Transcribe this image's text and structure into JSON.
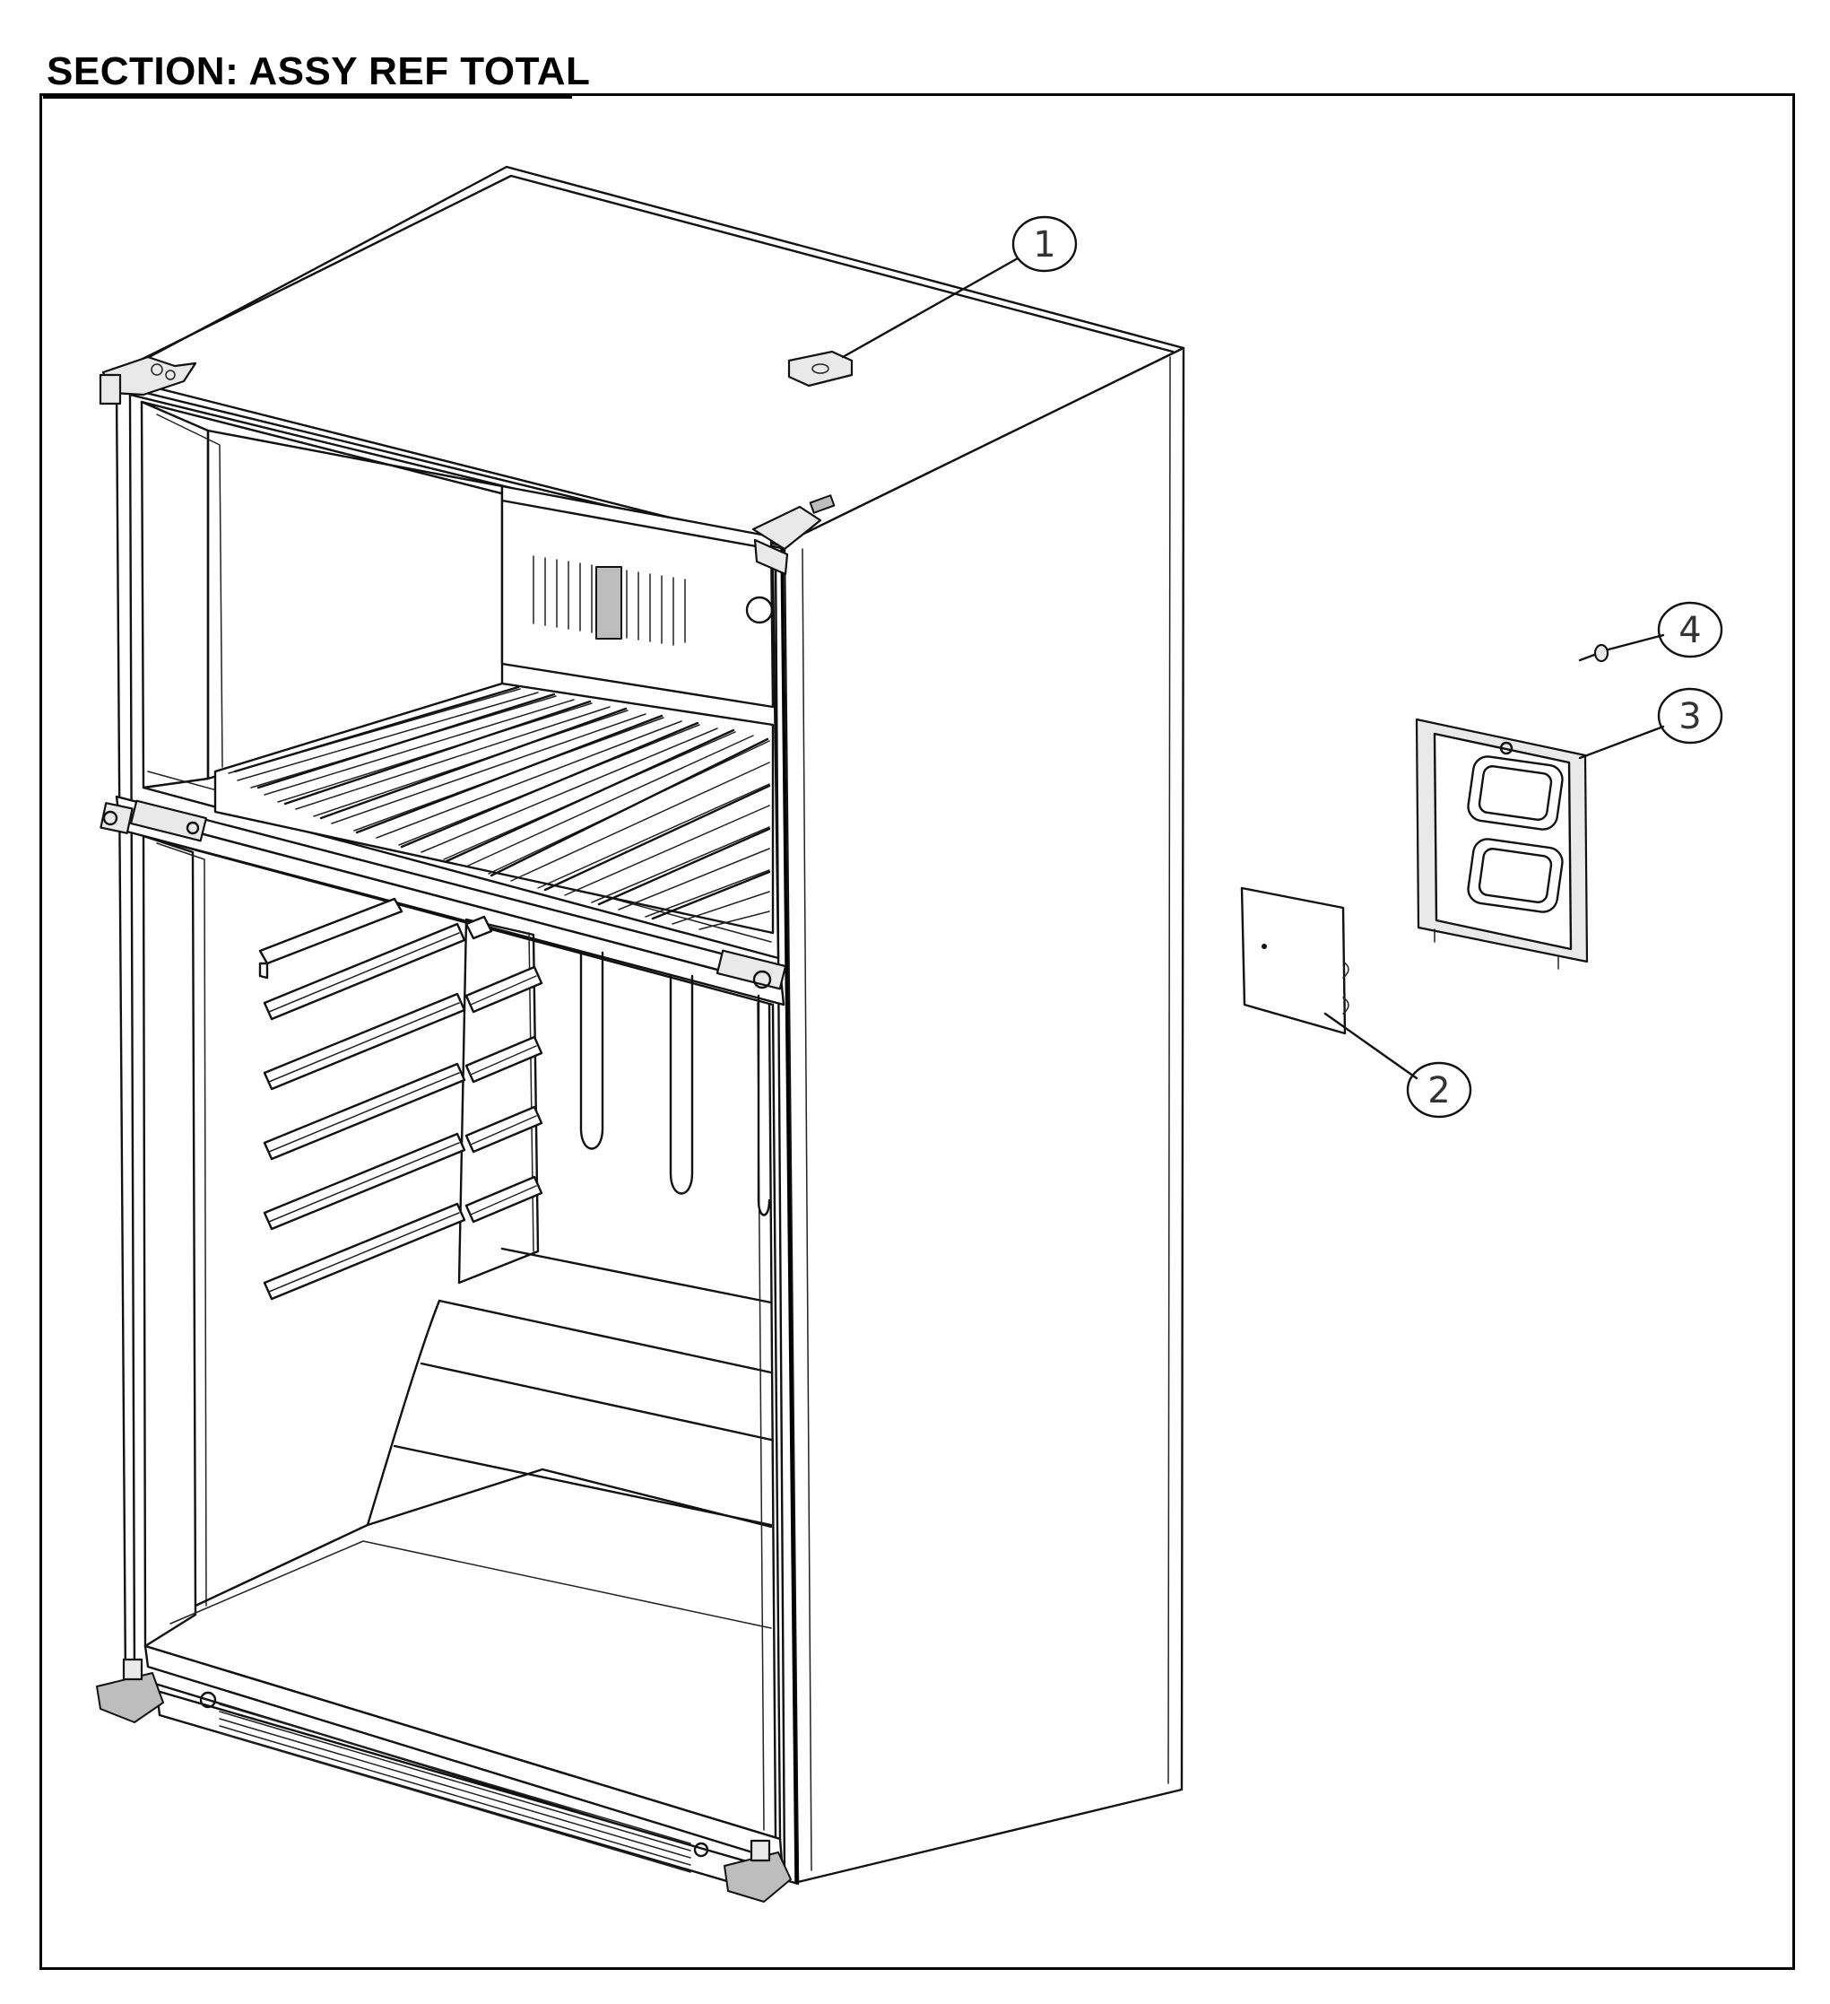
{
  "section_title": "SECTION: ASSY REF TOTAL",
  "callouts": [
    {
      "number": "1"
    },
    {
      "number": "2"
    },
    {
      "number": "3"
    },
    {
      "number": "4"
    }
  ]
}
